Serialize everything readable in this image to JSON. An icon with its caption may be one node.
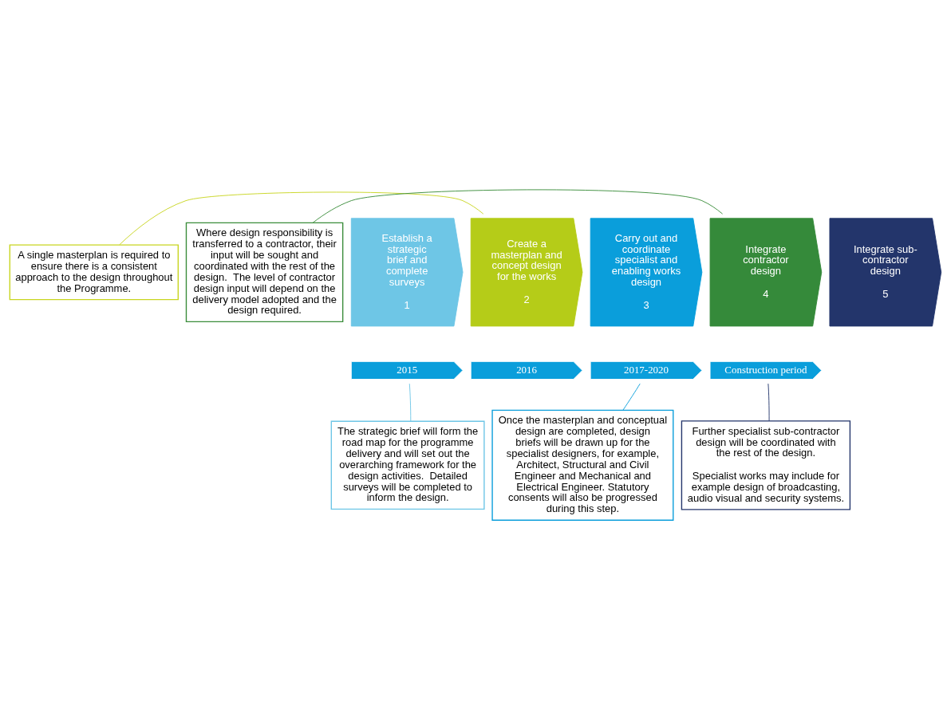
{
  "diagram": {
    "nodes": [
      {
        "text": [
          "A single masterplan is required to ensure there is a consistent approach to the design throughout the Programme."
        ]
      },
      {
        "text": [
          "Where design responsibility is transferred to a contractor, their input will be sought and coordinated with the rest of the design.  The level of contractor design input will depend on the delivery model adopted and the design required."
        ]
      },
      {
        "text": [
          "Establish a strategic brief and complete surveys",
          "1"
        ]
      },
      {
        "text": [
          "Create a masterplan and concept design for the works",
          "2"
        ]
      },
      {
        "text": [
          "Carry out and coordinate specialist and enabling works design",
          "3"
        ]
      },
      {
        "text": [
          "Integrate contractor design",
          "4"
        ]
      },
      {
        "text": [
          "Integrate sub-contractor design",
          "5"
        ]
      },
      {
        "text": [
          "2015"
        ]
      },
      {
        "text": [
          "2016"
        ]
      },
      {
        "text": [
          "2017-2020"
        ]
      },
      {
        "text": [
          "Construction period"
        ]
      },
      {
        "text": [
          "The strategic brief will form the road map for the programme delivery and will set out the overarching framework for the design activities.  Detailed surveys will be completed to inform the design."
        ]
      },
      {
        "text": [
          "Once the masterplan and conceptual design are completed, design briefs will be drawn up for the specialist designers, for example, Architect, Structural and Civil Engineer and Mechanical and Electrical Engineer. Statutory consents will also be progressed during this step."
        ]
      },
      {
        "text": [
          "Further specialist sub-contractor design will be coordinated with the rest of the design.",
          "Specialist works may include for example design of broadcasting, audio visual and security systems."
        ]
      }
    ],
    "edges": [
      {
        "from": 0,
        "to": 3,
        "arrow": "none",
        "color": "#c8d520"
      },
      {
        "from": 1,
        "to": 5,
        "arrow": "none",
        "color": "#3a8c3a"
      },
      {
        "from": 11,
        "to": 7,
        "arrow": "none",
        "color": "#6ec6e6"
      },
      {
        "from": 12,
        "to": 9,
        "arrow": "none",
        "color": "#0a9edb"
      },
      {
        "from": 13,
        "to": 10,
        "arrow": "none",
        "color": "#23356b"
      }
    ]
  }
}
